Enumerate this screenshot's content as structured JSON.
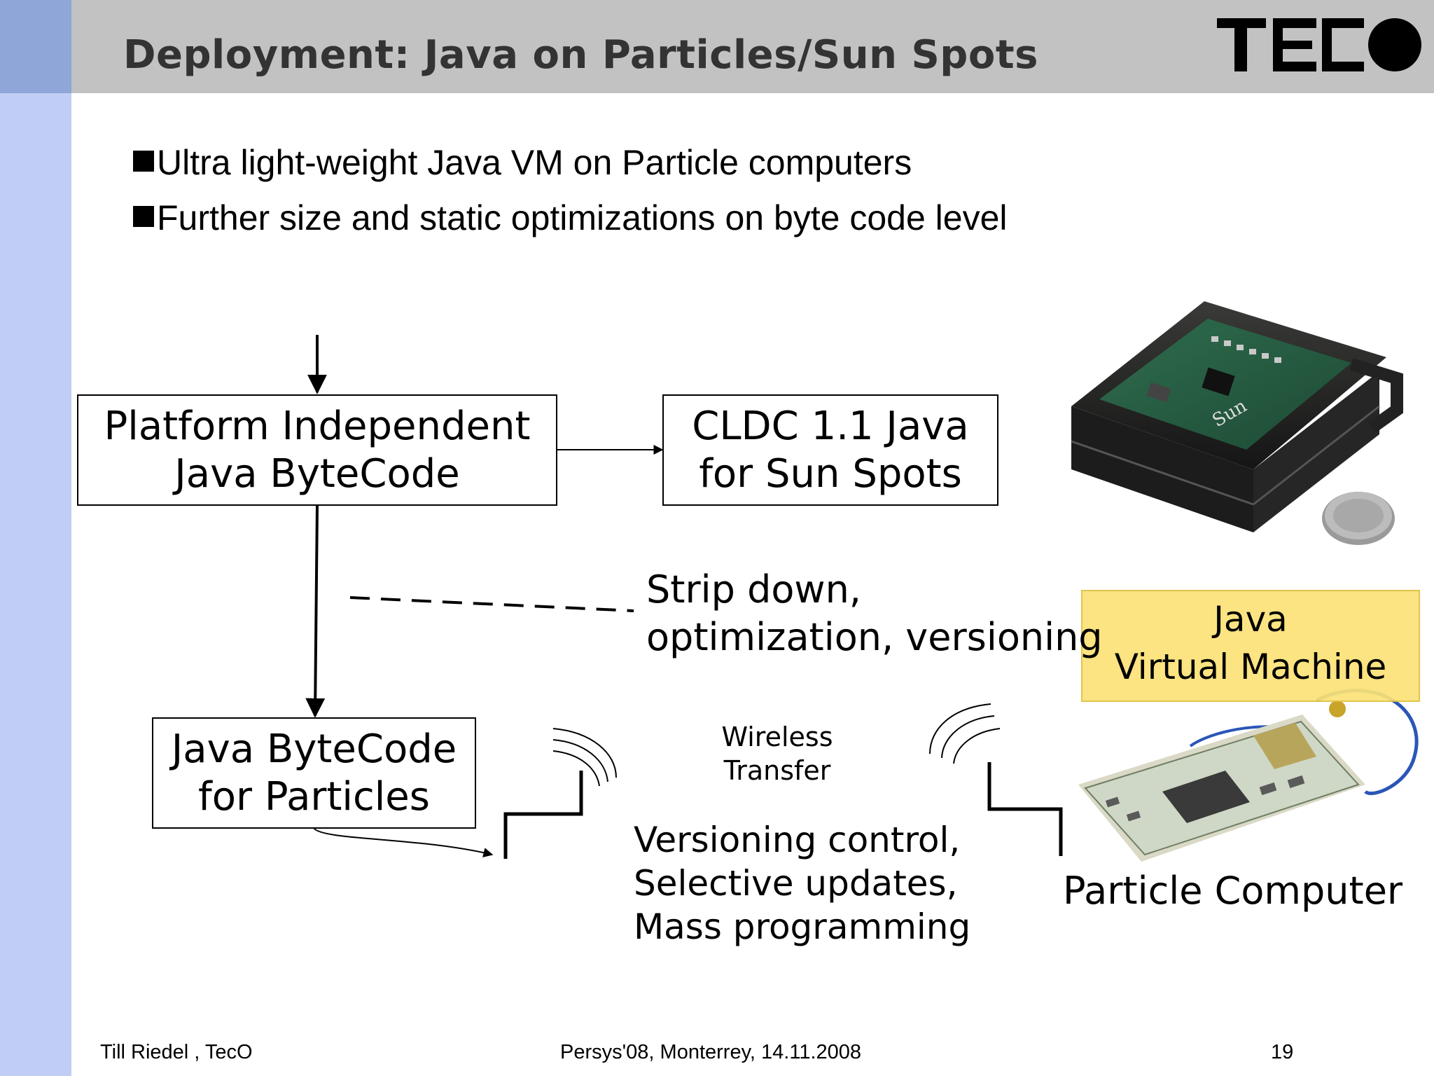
{
  "slide": {
    "title": "Deployment: Java on Particles/Sun Spots",
    "logo_text": "TECO",
    "bullets": [
      "Ultra light-weight Java VM on Particle computers",
      "Further size and static optimizations on byte code level"
    ]
  },
  "diagram": {
    "platform_box": [
      "Platform Independent",
      "Java ByteCode"
    ],
    "cldc_box": [
      "CLDC 1.1 Java",
      "for Sun Spots"
    ],
    "strip_label": [
      "Strip down,",
      "optimization, versioning"
    ],
    "particles_box": [
      "Java ByteCode",
      "for Particles"
    ],
    "wireless_label": [
      "Wireless",
      "Transfer"
    ],
    "versioning_label": [
      "Versioning control,",
      "Selective updates,",
      "Mass programming"
    ],
    "jvm_label": [
      "Java",
      "Virtual Machine"
    ],
    "particle_computer_label": "Particle Computer",
    "images": {
      "sunspot": "sun-spot-device-photo",
      "particle": "particle-computer-board-photo"
    }
  },
  "footer": {
    "left": "Till Riedel , TecO",
    "center": "Persys'08, Monterrey, 14.11.2008",
    "page": "19"
  }
}
